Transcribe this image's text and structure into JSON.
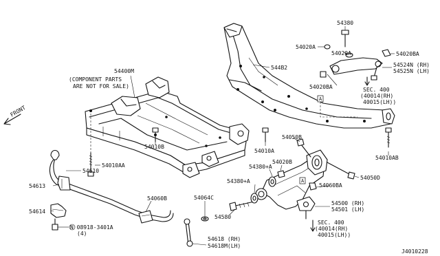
{
  "labels": {
    "p54400M": "54400M",
    "component_note_1": "(COMPONENT PARTS",
    "component_note_2": "ARE NOT FOR SALE)",
    "front": "FRONT",
    "p54010B": "54010B",
    "p54010AA": "54010AA",
    "p54610": "54610",
    "p54613": "54613",
    "p54614": "54614",
    "p08918": "N 08918-3401A",
    "p08918_qty": "(4)",
    "p54060B": "54060B",
    "p54064C": "54064C",
    "p54580": "54580",
    "p54618": "54618 (RH)",
    "p54618M": "54618M(LH)",
    "p54380": "54380",
    "p54020A_1": "54020A",
    "p54020A_2": "54020A",
    "p54020BA_1": "54020BA",
    "p54020BA_2": "54020BA",
    "p54524N": "54524N (RH)",
    "p54525N": "54525N (LH)",
    "p54482": "544B2",
    "sec400_top": "SEC. 400",
    "sec400_top_rh": "(40014(RH)",
    "sec400_top_lh": "40015(LH))",
    "p54010A": "54010A",
    "p54050B": "54050B",
    "p54020B": "54020B",
    "p54380A_1": "54380+A",
    "p54380A_2": "54380+A",
    "p54060BA": "54060BA",
    "p54050D": "54050D",
    "p54010AB": "54010AB",
    "p54500": "54500 (RH)",
    "p54501": "54501 (LH)",
    "sec400_bottom": "SEC. 400",
    "sec400_bottom_rh": "(40014(RH)",
    "sec400_bottom_lh": "40015(LH))",
    "marker_a": "A",
    "diagram_id": "J4010228"
  }
}
